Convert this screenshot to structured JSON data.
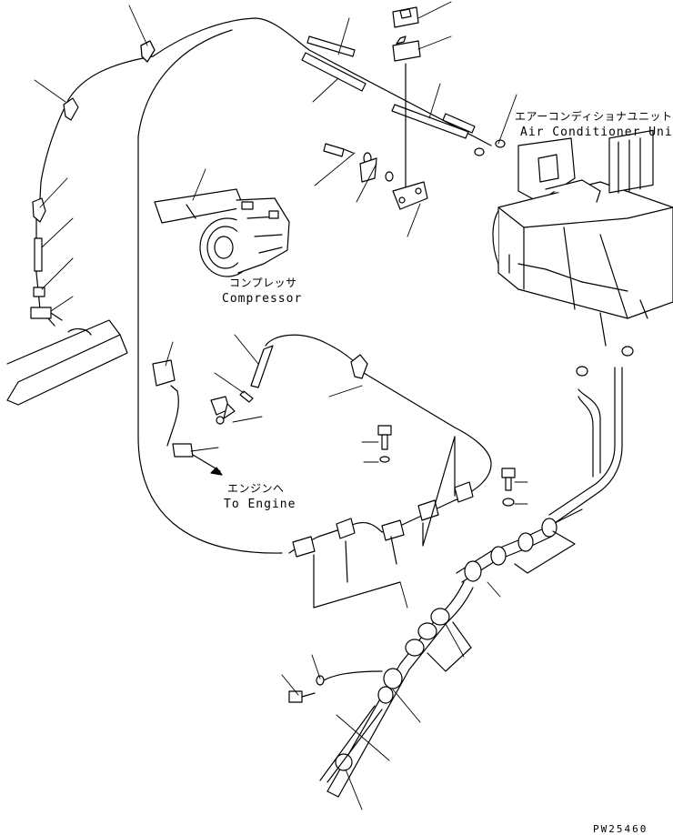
{
  "labels": {
    "air_conditioner_unit_jp": "エアーコンディショナユニット",
    "air_conditioner_unit_en": "Air Conditioner Unit",
    "compressor_jp": "コンプレッサ",
    "compressor_en": "Compressor",
    "to_engine_jp": "エンジンへ",
    "to_engine_en": "To Engine",
    "drawing_code": "PW25460"
  }
}
